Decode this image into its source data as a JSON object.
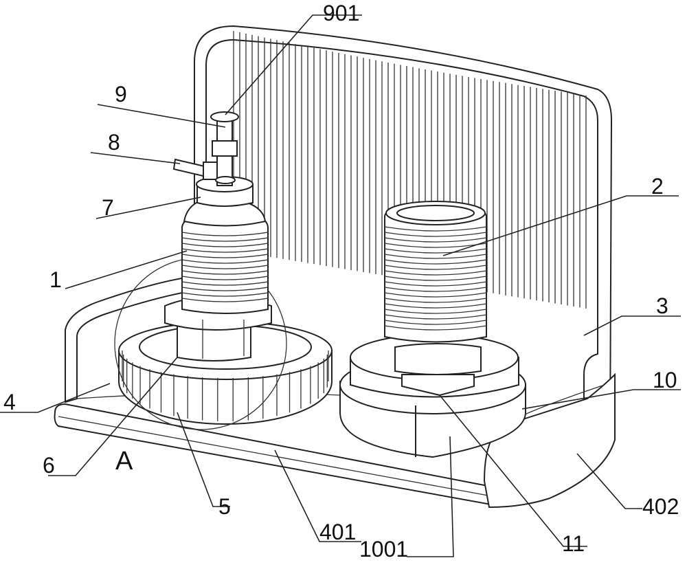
{
  "labels": {
    "l901": "901",
    "l9": "9",
    "l8": "8",
    "l7": "7",
    "l2": "2",
    "l1": "1",
    "l3": "3",
    "l10": "10",
    "l4": "4",
    "l6": "6",
    "lA": "A",
    "l5": "5",
    "l401": "401",
    "l402": "402",
    "l1001": "1001",
    "l11": "11"
  }
}
